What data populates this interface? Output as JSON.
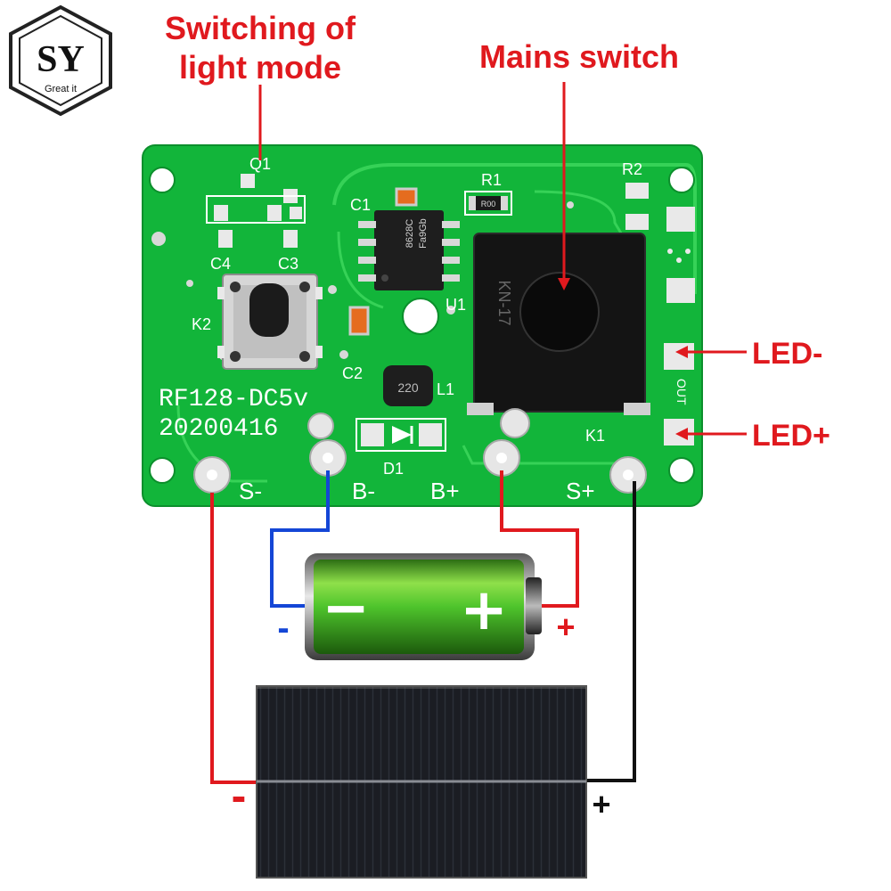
{
  "logo": {
    "letters": "SY",
    "tagline": "Great it"
  },
  "callouts": {
    "mode_switch": [
      "Switching of",
      "light mode"
    ],
    "mains_switch": "Mains switch",
    "led_minus": "LED-",
    "led_plus": "LED+"
  },
  "board": {
    "model": "RF128-DC5v",
    "date": "20200416",
    "refs": {
      "q1": "Q1",
      "c1": "C1",
      "r1": "R1",
      "r2": "R2",
      "c4": "C4",
      "c3": "C3",
      "k2": "K2",
      "u1": "U1",
      "c2": "C2",
      "l1": "L1",
      "d1": "D1",
      "k1": "K1",
      "out": "OUT"
    },
    "pads": {
      "s_minus": "S-",
      "b_minus": "B-",
      "b_plus": "B+",
      "s_plus": "S+"
    },
    "switch_marking": "KN-17",
    "ic_marking": [
      "8628C",
      "Fa9Gb"
    ],
    "inductor_marking": "220",
    "resistor_marking": "R00"
  },
  "battery": {
    "minus_sign": "−",
    "plus_sign": "+",
    "neg_terminal": "-",
    "pos_terminal": "+"
  },
  "solar_panel": {
    "neg_terminal": "-",
    "pos_terminal": "+"
  },
  "colors": {
    "pcb": "#12b53a",
    "pcb_trace": "#36d257",
    "label_red": "#e0191e",
    "wire_red": "#e0191e",
    "wire_blue": "#1446d6",
    "wire_black": "#111111",
    "battery_green": "#4ec42c",
    "panel": "#1b1d23"
  }
}
